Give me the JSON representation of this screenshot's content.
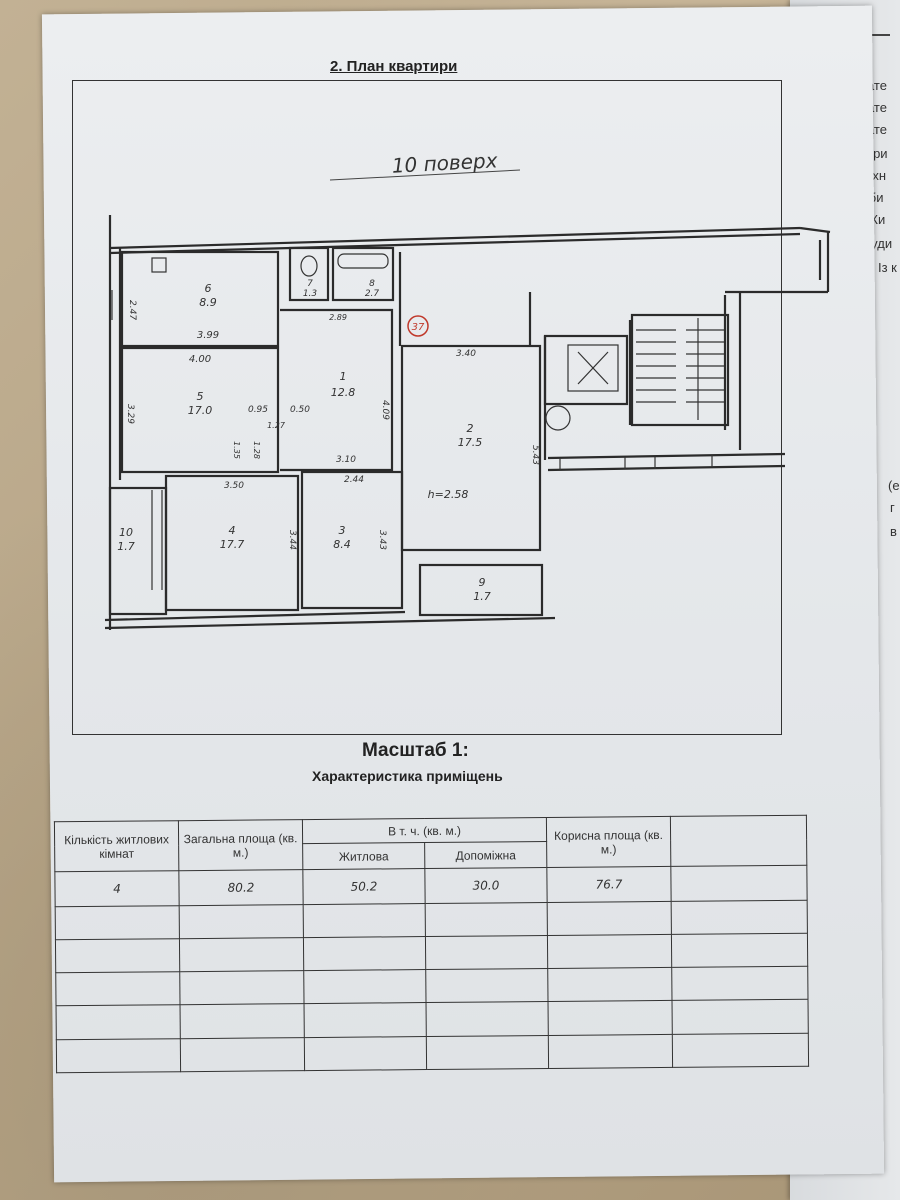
{
  "heading": "2. План квартири",
  "floor_note": "10 поверх",
  "scale_label": "Масштаб 1:",
  "characteristics_title": "Характеристика приміщень",
  "apartment_marker": "37",
  "ceiling_height": "h=2.58",
  "rooms": [
    {
      "number": "6",
      "area": "8.9"
    },
    {
      "number": "5",
      "area": "17.0"
    },
    {
      "number": "1",
      "area": "12.8"
    },
    {
      "number": "2",
      "area": "17.5"
    },
    {
      "number": "4",
      "area": "17.7"
    },
    {
      "number": "3",
      "area": "8.4"
    },
    {
      "number": "7",
      "area": "1.3"
    },
    {
      "number": "8",
      "area": "2.7"
    },
    {
      "number": "9",
      "area": "1.7"
    },
    {
      "number": "10",
      "area": "1.7"
    }
  ],
  "dimensions": [
    "2.47",
    "3.99",
    "4.00",
    "3.29",
    "0.95",
    "0.50",
    "1.27",
    "1.35",
    "1.28",
    "2.89",
    "3.40",
    "4.09",
    "3.50",
    "3.10",
    "2.44",
    "3.44",
    "3.43",
    "5.43"
  ],
  "table": {
    "headers": {
      "rooms_count": "Кількість житлових кімнат",
      "total_area": "Загальна площа (кв. м.)",
      "including": "В т. ч. (кв. м.)",
      "living": "Житлова",
      "auxiliary": "Допоміжна",
      "useful_area": "Корисна площа (кв. м.)"
    },
    "values": {
      "rooms_count": "4",
      "total_area": "80.2",
      "living": "50.2",
      "auxiliary": "30.0",
      "useful_area": "76.7"
    }
  },
  "side_page_fragments": [
    "Мате",
    "Мате",
    "Мате",
    "кори",
    "кухн",
    "вби",
    "Жи",
    "буди",
    "Із к",
    "(е",
    "г",
    "в"
  ]
}
